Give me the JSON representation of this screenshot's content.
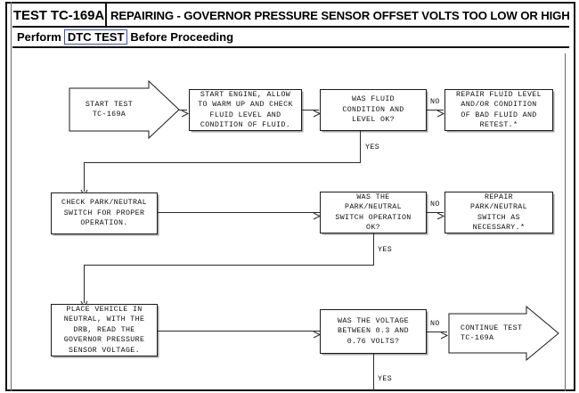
{
  "header": {
    "test_number": "TEST TC-169A",
    "title": "REPAIRING - GOVERNOR PRESSURE SENSOR OFFSET VOLTS TOO LOW OR HIGH",
    "subtitle_prefix": "Perform",
    "subtitle_link": "DTC TEST",
    "subtitle_suffix": "Before Proceeding",
    "link_border_color": "#3b4ecc"
  },
  "flowchart": {
    "nodes": {
      "start": "START TEST\nTC-169A",
      "step1": "START ENGINE, ALLOW\nTO WARM UP AND CHECK\nFLUID LEVEL AND\nCONDITION OF FLUID.",
      "decision1": "WAS FLUID\nCONDITION AND\nLEVEL OK?",
      "repair1": "REPAIR FLUID LEVEL\nAND/OR CONDITION\nOF BAD FLUID AND\nRETEST.*",
      "step2": "CHECK PARK/NEUTRAL\nSWITCH FOR PROPER\nOPERATION.",
      "decision2": "WAS THE\nPARK/NEUTRAL\nSWITCH OPERATION\nOK?",
      "repair2": "REPAIR\nPARK/NEUTRAL\nSWITCH AS\nNECESSARY.*",
      "step3": "PLACE VEHICLE IN\nNEUTRAL, WITH THE\nDRB, READ THE\nGOVERNOR PRESSURE\nSENSOR VOLTAGE.",
      "decision3": "WAS THE VOLTAGE\nBETWEEN 0.3 AND\n0.76 VOLTS?",
      "continue": "CONTINUE TEST\nTC-169A"
    },
    "labels": {
      "no1": "NO",
      "yes1": "YES",
      "no2": "NO",
      "yes2": "YES",
      "no3": "NO",
      "yes3": "YES"
    }
  }
}
